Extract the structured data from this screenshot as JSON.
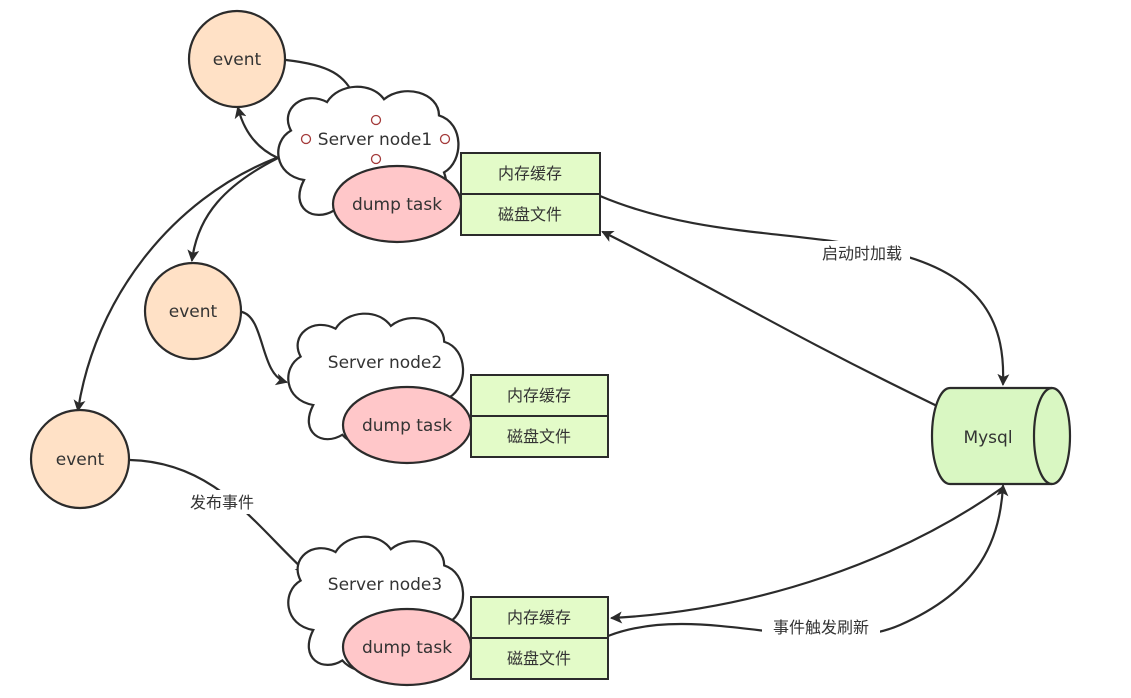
{
  "colors": {
    "event_fill": "#ffe1c6",
    "dump_fill": "#ffc7c9",
    "cache_fill": "#e3fbc8",
    "mysql_fill": "#d9f7c2",
    "stroke": "#2b2b2b",
    "handle": "#a33a3a"
  },
  "events": [
    {
      "id": "event-1",
      "label": "event"
    },
    {
      "id": "event-2",
      "label": "event"
    },
    {
      "id": "event-3",
      "label": "event"
    }
  ],
  "nodes": [
    {
      "id": "server-node-1",
      "label": "Server node1",
      "dump": "dump task",
      "memory": "内存缓存",
      "disk": "磁盘文件"
    },
    {
      "id": "server-node-2",
      "label": "Server node2",
      "dump": "dump task",
      "memory": "内存缓存",
      "disk": "磁盘文件"
    },
    {
      "id": "server-node-3",
      "label": "Server node3",
      "dump": "dump task",
      "memory": "内存缓存",
      "disk": "磁盘文件"
    }
  ],
  "database": {
    "label": "Mysql"
  },
  "edge_labels": {
    "startup_load": "启动时加载",
    "publish_event": "发布事件",
    "event_refresh": "事件触发刷新"
  }
}
